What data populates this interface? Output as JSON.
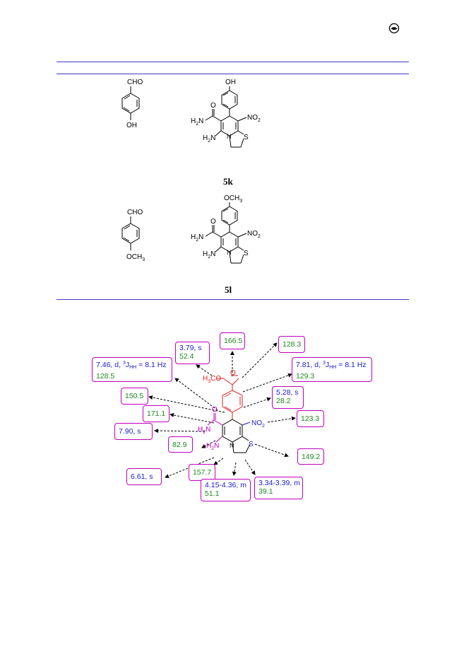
{
  "header": {
    "logo_icon": "journal-logo-icon"
  },
  "table": {
    "rows": [
      {
        "aldehyde_top": "CHO",
        "aldehyde_bottom": "OH",
        "product_top": "OH",
        "no2": "NO",
        "no2_sub": "2",
        "h2n_1": "H",
        "h2n_1_sub": "2",
        "h2n_1_end": "N",
        "h2n_2": "H",
        "h2n_2_sub": "2",
        "h2n_2_end": "N",
        "o": "O",
        "s": "S",
        "n": "N",
        "label": "5k"
      },
      {
        "aldehyde_top": "CHO",
        "aldehyde_bottom": "OCH",
        "aldehyde_bottom_sub": "3",
        "product_top": "OCH",
        "product_top_sub": "3",
        "no2": "NO",
        "no2_sub": "2",
        "h2n_1": "H",
        "h2n_1_sub": "2",
        "h2n_1_end": "N",
        "h2n_2": "H",
        "h2n_2_sub": "2",
        "h2n_2_end": "N",
        "o": "O",
        "s": "S",
        "n": "N",
        "label": "5l"
      }
    ]
  },
  "nmr": {
    "structure": {
      "h3co": "H",
      "h3co_sub": "3",
      "h3co_end": "CO",
      "o_ester": "O",
      "o_amide": "O",
      "h2n_amide": "H",
      "h2n_amide_sub": "2",
      "h2n_amide_end": "N",
      "no2": "NO",
      "no2_sub": "2",
      "h2n_amine": "H",
      "h2n_amine_sub": "2",
      "h2n_amine_end": "N",
      "n": "N",
      "s": "S"
    },
    "boxes": {
      "b1": {
        "h": "3.79, s",
        "c": "52.4"
      },
      "b2": {
        "c": "166.5"
      },
      "b3": {
        "c": "128.3"
      },
      "b4": {
        "h_a": "7.46, d, ",
        "h_sup": "3",
        "h_j": "J",
        "h_sub": "HH",
        "h_b": " = 8.1 Hz",
        "c": "128.5"
      },
      "b5": {
        "h_a": "7.81, d, ",
        "h_sup": "3",
        "h_j": "J",
        "h_sub": "HH",
        "h_b": " = 8.1 Hz",
        "c": "129.3"
      },
      "b6": {
        "c": "150.5"
      },
      "b7": {
        "h": "5.28, s",
        "c": "28.2"
      },
      "b8": {
        "c": "171.1"
      },
      "b9": {
        "c": "123.3"
      },
      "b10": {
        "h": "7.90, s"
      },
      "b11": {
        "c": "82.9"
      },
      "b12": {
        "c": "149.2"
      },
      "b13": {
        "h": "6.61, s"
      },
      "b14": {
        "c": "157.7"
      },
      "b15": {
        "h": "4.15-4.36, m",
        "c": "51.1"
      },
      "b16": {
        "h": "3.34-3.39, m",
        "c": "39.1"
      }
    }
  },
  "colors": {
    "rule": "#3b3bc0",
    "box_border": "#c000c0",
    "proton": "#1a1ad0",
    "carbon": "#1e8a1e",
    "ester": "#e02020",
    "amide": "#c000c0",
    "nitro": "#1a1ad0"
  }
}
